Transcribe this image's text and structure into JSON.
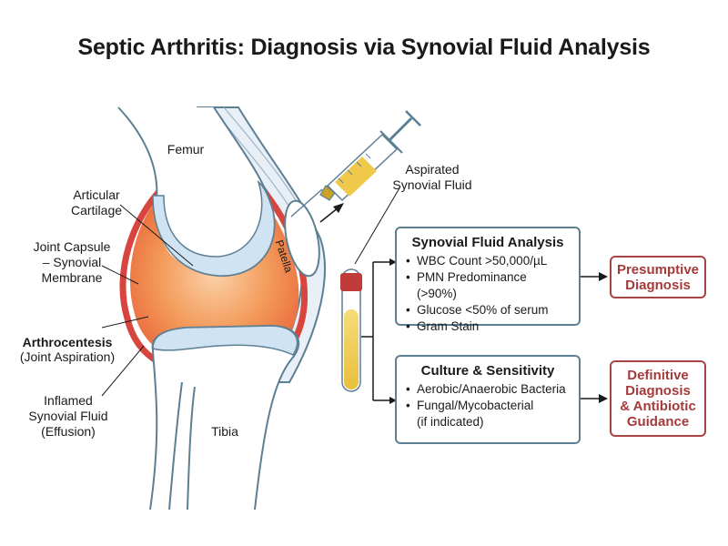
{
  "title": "Septic Arthritis: Diagnosis via Synovial Fluid Analysis",
  "labels": {
    "femur": "Femur",
    "articular_cartilage": "Articular\nCartilage",
    "joint_capsule": "Joint Capsule\n– Synovial\nMembrane",
    "arthrocentesis": "Arthrocentesis",
    "joint_aspiration": "(Joint Aspiration)",
    "inflamed_fluid": "Inflamed\nSynovial Fluid\n(Effusion)",
    "tibia": "Tibia",
    "patella": "Patella",
    "aspirated_fluid": "Aspirated\nSynovial Fluid"
  },
  "analysis_box": {
    "title": "Synovial Fluid Analysis",
    "items": [
      "WBC Count >50,000/µL",
      "PMN Predominance (>90%)",
      "Glucose <50% of serum",
      "Gram Stain"
    ]
  },
  "culture_box": {
    "title": "Culture & Sensitivity",
    "items": [
      "Aerobic/Anaerobic Bacteria",
      "Fungal/Mycobacterial\n(if indicated)"
    ]
  },
  "results": {
    "presumptive": "Presumptive\nDiagnosis",
    "definitive": "Definitive\nDiagnosis\n& Antibiotic\nGuidance"
  },
  "colors": {
    "outline": "#5d7f94",
    "cartilage": "#cfe3f2",
    "inflamed": "#f08a4b",
    "capsule_red": "#d8453f",
    "fluid_yellow": "#f0c94a",
    "result_red": "#a94444"
  }
}
